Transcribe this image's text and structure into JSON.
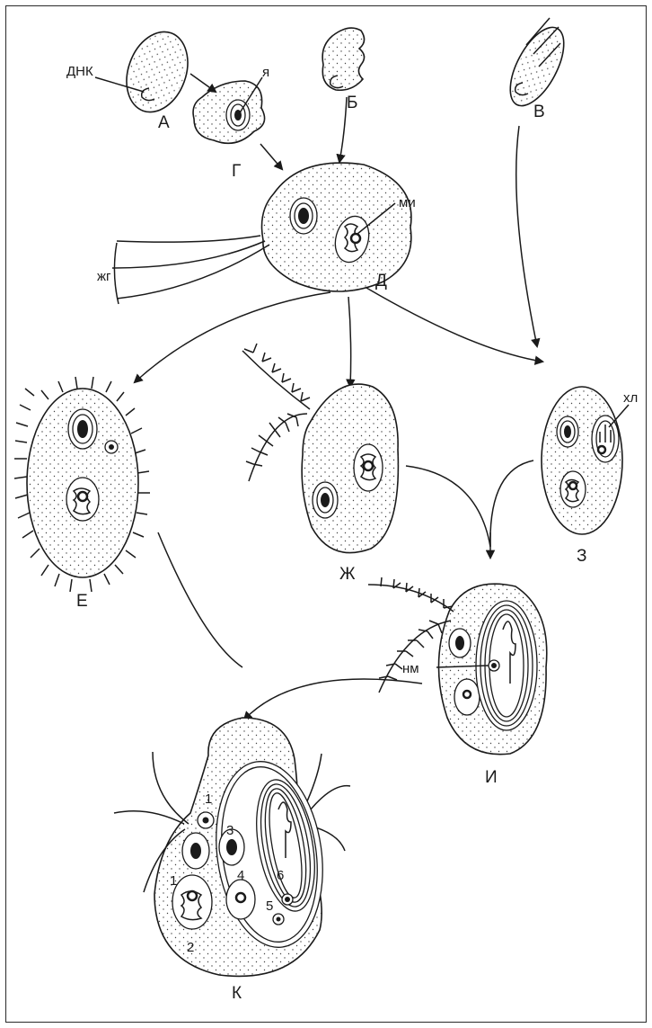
{
  "colors": {
    "line": "#1a1a1a",
    "background": "#ffffff",
    "frame": "#2a2a2a"
  },
  "labels": {
    "A": "А",
    "B": "Б",
    "V": "В",
    "G": "Г",
    "D": "Д",
    "E": "Е",
    "Zh": "Ж",
    "Z": "З",
    "I": "И",
    "K": "К"
  },
  "annotations": {
    "dna": "ДНК",
    "nucleus": "я",
    "mitochondrion": "ми",
    "flagellum": "жг",
    "chloroplast": "хл",
    "nucleomorph": "нм"
  },
  "numbers": {
    "n1": "1",
    "n1b": "1",
    "n2": "2",
    "n3": "3",
    "n4": "4",
    "n5": "5",
    "n6": "6"
  }
}
